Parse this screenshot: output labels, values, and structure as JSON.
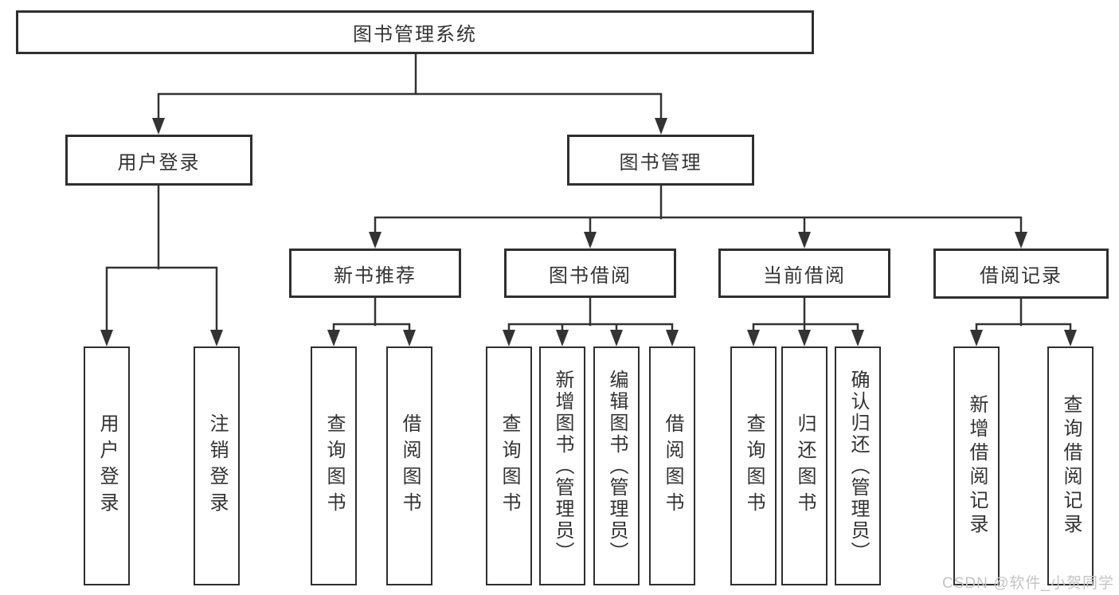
{
  "tree": {
    "root": {
      "label": "图书管理系统"
    },
    "user_login": {
      "label": "用户登录",
      "children": [
        "用户登录",
        "注销登录"
      ]
    },
    "book_mgmt": {
      "label": "图书管理",
      "new_books": {
        "label": "新书推荐",
        "children": [
          "查询图书",
          "借阅图书"
        ]
      },
      "borrowing": {
        "label": "图书借阅",
        "children": [
          "查询图书",
          "新增图书（管理员）",
          "编辑图书（管理员）",
          "借阅图书"
        ]
      },
      "current": {
        "label": "当前借阅",
        "children": [
          "查询图书",
          "归还图书",
          "确认归还（管理员）"
        ]
      },
      "records": {
        "label": "借阅记录",
        "children": [
          "新增借阅记录",
          "查询借阅记录"
        ]
      }
    }
  },
  "watermark": "CSDN @软件_小贺同学",
  "colors": {
    "line": "#333333",
    "box_border": "#2f2f2f",
    "text": "#333333",
    "watermark": "#c4c4c4",
    "background": "#ffffff"
  }
}
